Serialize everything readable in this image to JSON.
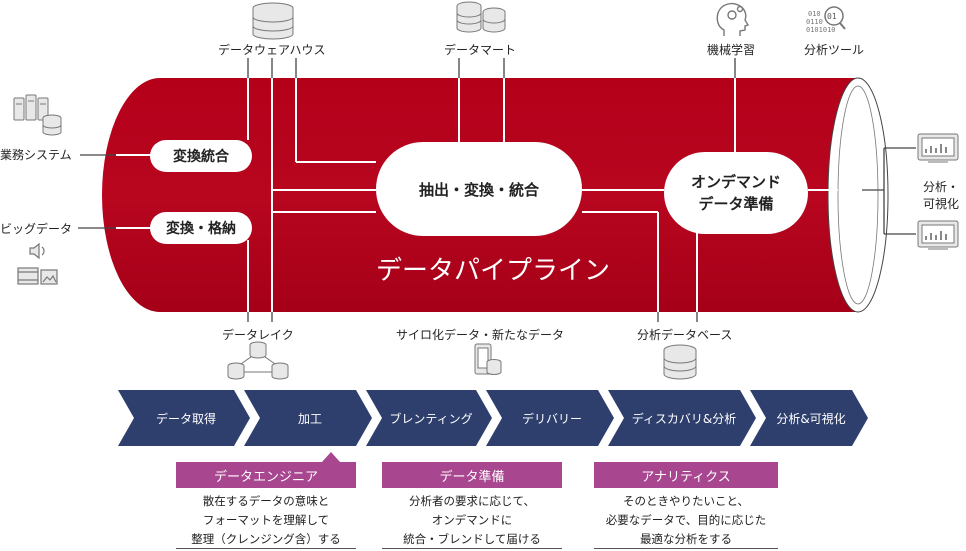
{
  "pipeline": {
    "title": "データパイプライン",
    "nodes": {
      "henkan_tougou": "変換統合",
      "henkan_kakunou": "変換・格納",
      "extract": "抽出・変換・統合",
      "ondemand_line1": "オンデマンド",
      "ondemand_line2": "データ準備"
    }
  },
  "sources": {
    "business_system": "業務システム",
    "big_data": "ビッグデータ"
  },
  "top_labels": {
    "dwh": "データウェアハウス",
    "mart": "データマート",
    "ml": "機械学習",
    "tools": "分析ツール"
  },
  "bottom_labels": {
    "lake": "データレイク",
    "silo": "サイロ化データ・新たなデータ",
    "db": "分析データベース"
  },
  "output": {
    "line1": "分析・",
    "line2": "可視化"
  },
  "steps": [
    "データ取得",
    "加工",
    "ブレンティング",
    "デリバリー",
    "ディスカバリ&分析",
    "分析&可視化"
  ],
  "roles": [
    {
      "title": "データエンジニア",
      "desc": [
        "散在するデータの意味と",
        "フォーマットを理解して",
        "整理（クレンジング含）する"
      ]
    },
    {
      "title": "データ準備",
      "desc": [
        "分析者の要求に応じて、",
        "オンデマンドに",
        "統合・ブレンドして届ける"
      ]
    },
    {
      "title": "アナリティクス",
      "desc": [
        "そのときやりたいこと、",
        "必要なデータで、目的に応じた",
        "最適な分析をする"
      ]
    }
  ],
  "icons": [
    "database-icon",
    "database-stack-icon",
    "gear-head-icon",
    "binary-search-icon",
    "server-rack-icon",
    "media-icon",
    "lake-network-icon",
    "mobile-device-icon",
    "monitor-chart-icon"
  ],
  "colors": {
    "pipe": "#b5001a",
    "steps": "#2e3f6e",
    "role_tag": "#a8468f"
  }
}
